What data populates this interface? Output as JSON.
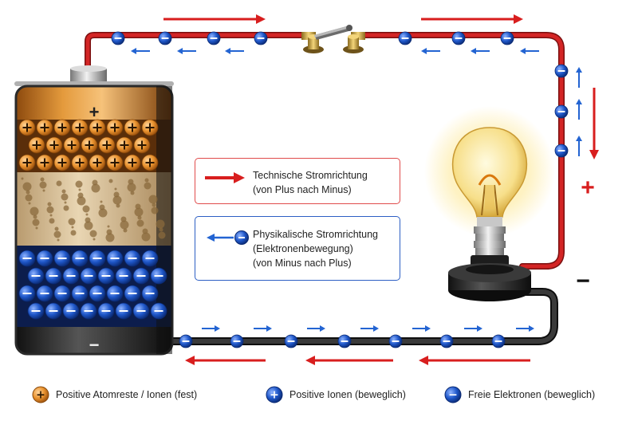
{
  "labels": {
    "battery_plus": "+",
    "battery_minus": "−",
    "bulb_plus": "+",
    "bulb_minus": "−"
  },
  "boxes": {
    "technical": {
      "lines": [
        "Technische Stromrichtung",
        "(von Plus nach Minus)"
      ]
    },
    "physical": {
      "lines": [
        "Physikalische Stromrichtung",
        "(Elektronenbewegung)",
        "(von Minus nach Plus)"
      ]
    }
  },
  "legend": [
    {
      "symbol": "+",
      "label": "Positive Atomreste / Ionen (fest)",
      "color": "#e8892b"
    },
    {
      "symbol": "+",
      "label": "Positive Ionen (beweglich)",
      "color": "#1f57c9"
    },
    {
      "symbol": "−",
      "label": "Freie Elektronen (beweglich)",
      "color": "#1f57c9"
    }
  ],
  "colors": {
    "wire_red": "#d32525",
    "wire_black": "#2a2a2a",
    "electron_blue": "#1f57c9",
    "arrow_red": "#d81e1e",
    "arrow_blue": "#2364d2",
    "battery_orange": "#e9922e"
  }
}
